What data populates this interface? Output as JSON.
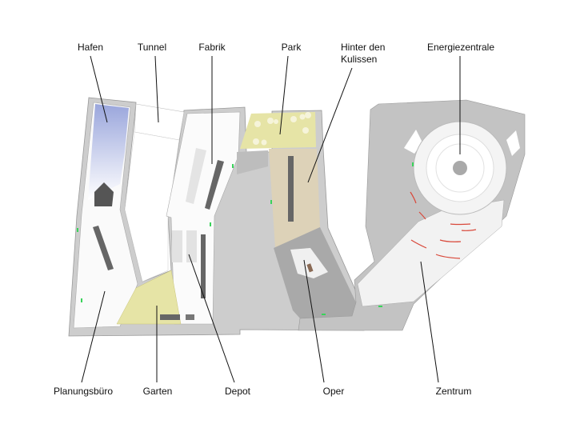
{
  "labels": {
    "hafen": "Hafen",
    "tunnel": "Tunnel",
    "fabrik": "Fabrik",
    "park": "Park",
    "hinter_line1": "Hinter den",
    "hinter_line2": "Kulissen",
    "energiezentrale": "Energiezentrale",
    "planungsbuero": "Planungsbüro",
    "garten": "Garten",
    "depot": "Depot",
    "oper": "Oper",
    "zentrum": "Zentrum"
  },
  "colors": {
    "wall": "#c8c8c8",
    "dark_floor": "#a9a9a9",
    "garden": "#e6e4a6",
    "tan": "#ddd2b8",
    "water": "#9aa6dc",
    "seating_red": "#d9483a",
    "exit_green": "#39d35a"
  }
}
